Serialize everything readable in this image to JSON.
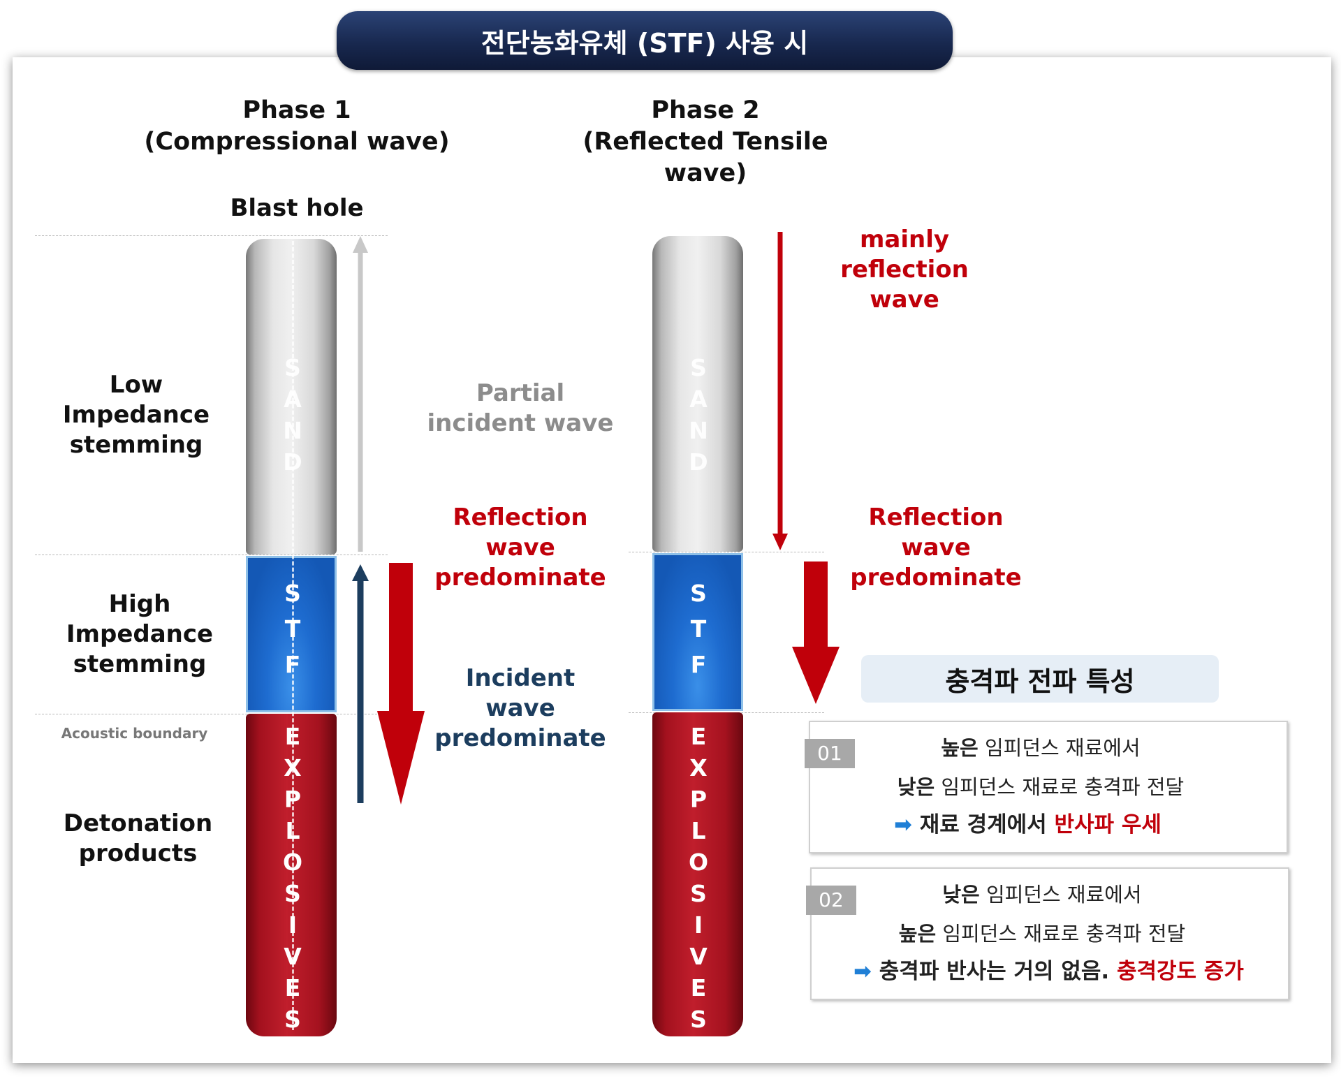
{
  "title": "전단농화유체 (STF) 사용 시",
  "phase1": {
    "line1": "Phase 1",
    "line2": "(Compressional wave)"
  },
  "phase2": {
    "line1": "Phase 2",
    "line2": "(Reflected Tensile wave)"
  },
  "blast_hole": "Blast hole",
  "left_labels": {
    "low": [
      "Low",
      "Impedance",
      "stemming"
    ],
    "high": [
      "High",
      "Impedance",
      "stemming"
    ],
    "acoustic": "Acoustic boundary",
    "detonation": [
      "Detonation",
      "products"
    ]
  },
  "column_labels": {
    "sand": [
      "S",
      "A",
      "N",
      "D"
    ],
    "stf": [
      "S",
      "T",
      "F"
    ],
    "explosives": [
      "E",
      "X",
      "P",
      "L",
      "O",
      "S",
      "I",
      "V",
      "E",
      "S"
    ]
  },
  "phase1_labels": {
    "partial": [
      "Partial",
      "incident wave"
    ],
    "reflection": [
      "Reflection",
      "wave",
      "predominate"
    ],
    "incident": [
      "Incident",
      "wave",
      "predominate"
    ]
  },
  "phase2_labels": {
    "mainly": [
      "mainly",
      "reflection",
      "wave"
    ],
    "reflection": [
      "Reflection",
      "wave",
      "predominate"
    ]
  },
  "characteristics": {
    "heading": "충격파 전파 특성",
    "items": [
      {
        "num": "01",
        "line1_bold": "높은",
        "line1_rest": " 임피던스 재료에서",
        "line2_bold": "낮은",
        "line2_rest": " 임피던스 재료로 충격파 전달",
        "line3_black": "재료 경계에서 ",
        "line3_red": "반사파 우세"
      },
      {
        "num": "02",
        "line1_bold": "낮은",
        "line1_rest": " 임피던스 재료에서",
        "line2_bold": "높은",
        "line2_rest": " 임피던스 재료로 충격파 전달",
        "line3_black": "충격파 반사는 거의 없음. ",
        "line3_red": "충격강도 증가"
      }
    ]
  },
  "colors": {
    "red": "#c0000a",
    "navy": "#1c3d5e",
    "banner": "#18284f",
    "arrow_blue": "#1f7fd6"
  }
}
